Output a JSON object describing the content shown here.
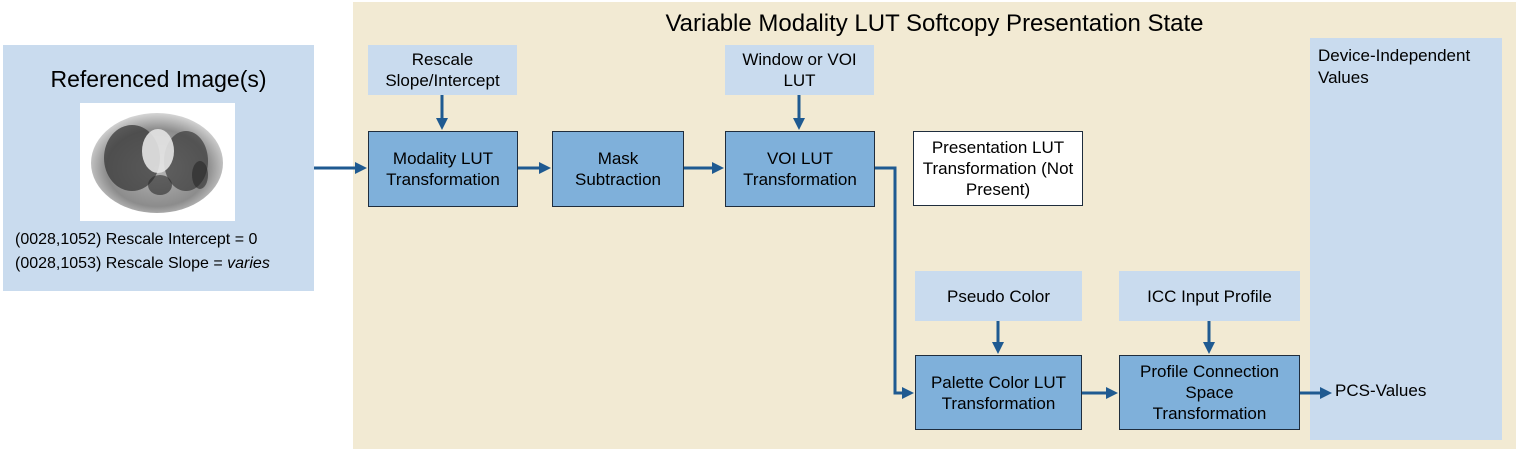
{
  "state": {
    "title": "Variable Modality LUT Softcopy Presentation State"
  },
  "referenced": {
    "title": "Referenced Image(s)",
    "lines": [
      {
        "prefix": "(0028,1052) Rescale Intercept = ",
        "value": "0"
      },
      {
        "prefix": "(0028,1053) Rescale Slope = ",
        "value": "varies"
      }
    ]
  },
  "params": {
    "rescale": "Rescale Slope/Intercept",
    "window": "Window or VOI LUT",
    "pseudo": "Pseudo Color",
    "icc": "ICC Input Profile"
  },
  "process": {
    "modality": "Modality LUT Transformation",
    "mask": "Mask Subtraction",
    "voi": "VOI LUT Transformation",
    "presentation": "Presentation LUT Transformation (Not Present)",
    "palette": "Palette Color LUT Transformation",
    "pcs": "Profile Connection Space Transformation"
  },
  "output": {
    "device_independent": "Device-Independent Values",
    "pcs_values": "PCS-Values"
  },
  "colors": {
    "state_bg": "#f2ead3",
    "light_blue": "#c9dbee",
    "process_blue": "#7fb0da",
    "arrow": "#1f5a91"
  }
}
